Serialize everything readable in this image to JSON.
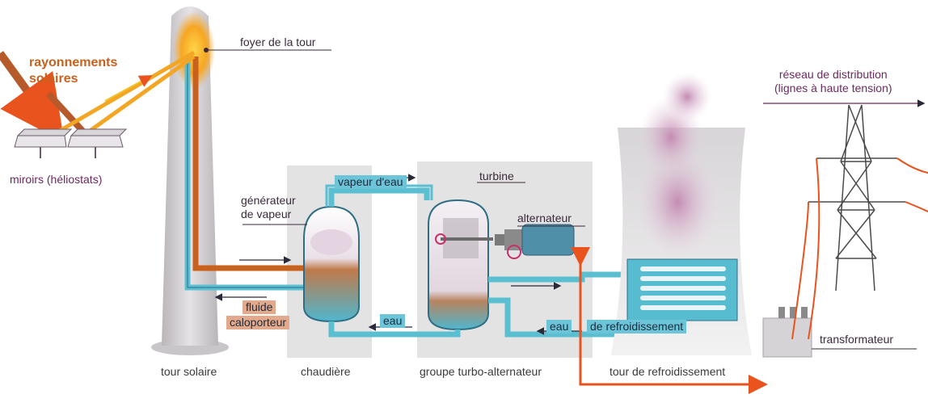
{
  "labels": {
    "rayonnements_line1": "rayonnements",
    "rayonnements_line2": "solaires",
    "miroirs": "miroirs (héliostats)",
    "foyer": "foyer de la tour",
    "generateur_line1": "générateur",
    "generateur_line2": "de vapeur",
    "vapeur": "vapeur d'eau",
    "turbine": "turbine",
    "alternateur": "alternateur",
    "fluide_line1": "fluide",
    "fluide_line2": "caloporteur",
    "eau_low": "eau",
    "eau_refroid": "eau",
    "de_refroidissement": "de refroidissement",
    "reseau_line1": "réseau de distribution",
    "reseau_line2": "(lignes à haute tension)",
    "transformateur": "transformateur"
  },
  "bottom_labels": {
    "tour_solaire": "tour solaire",
    "chaudiere": "chaudière",
    "groupe": "groupe turbo-alternateur",
    "tour_refroidissement": "tour de refroidissement"
  },
  "colors": {
    "water_blue": "#5bbfd2",
    "hot_orange": "#c8601e",
    "electric_orange": "#e8531e",
    "panel_gray": "#e4e3e3",
    "tower_gray": "#c9c6c9",
    "label_purple": "#6b2a5e"
  }
}
